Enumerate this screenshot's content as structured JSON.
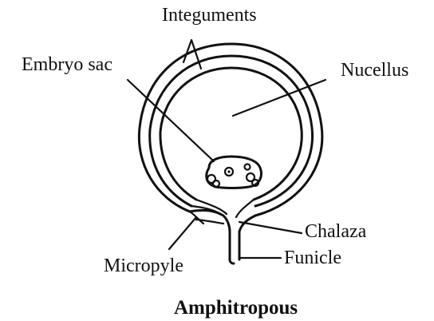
{
  "labels": {
    "integuments": "Integuments",
    "embryo_sac": "Embryo sac",
    "nucellus": "Nucellus",
    "chalaza": "Chalaza",
    "micropyle": "Micropyle",
    "funicle": "Funicle"
  },
  "caption": "Amphitropous"
}
